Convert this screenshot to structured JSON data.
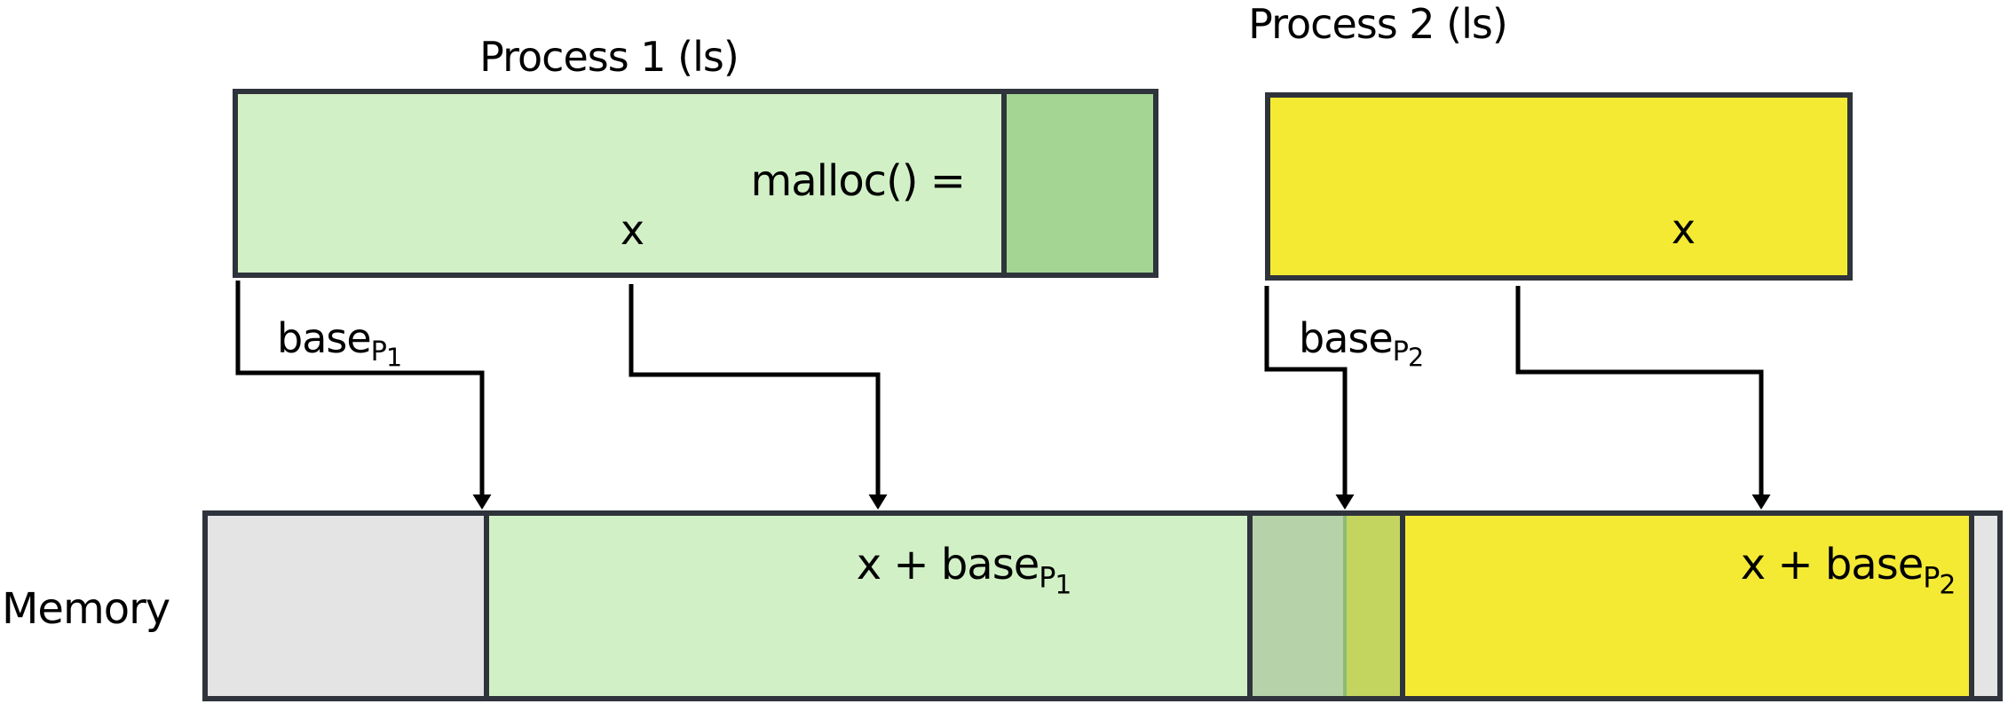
{
  "titles": {
    "process1": "Process 1 (ls)",
    "process2": "Process 2 (ls)"
  },
  "process1_box": {
    "malloc_label": "malloc() =",
    "x_label": "x"
  },
  "process2_box": {
    "x_label": "x"
  },
  "base_labels": {
    "p1": {
      "base": "base",
      "sub": "P",
      "subsub": "1"
    },
    "p2": {
      "base": "base",
      "sub": "P",
      "subsub": "2"
    }
  },
  "memory": {
    "label": "Memory",
    "green_region_label": {
      "base": "x + base",
      "sub": "P",
      "subsub": "1"
    },
    "yellow_region_label": {
      "base": "x + base",
      "sub": "P",
      "subsub": "2"
    }
  },
  "icons": {
    "arrows": [
      "down-elbow-arrow-base-p1",
      "down-elbow-arrow-x-p1",
      "down-elbow-arrow-base-p2",
      "down-elbow-arrow-x-p2"
    ]
  },
  "colors": {
    "dark": "#2f333b",
    "light_green": "#d2f0c6",
    "medium_green": "#a4d593",
    "sage": "#b6d2a9",
    "thin_green": "#8dbb76",
    "yellow_green": "#c3d55f",
    "yellow": "#f4ea34",
    "gray": "#e4e4e4",
    "text": "#000000",
    "bg": "#ffffff"
  }
}
